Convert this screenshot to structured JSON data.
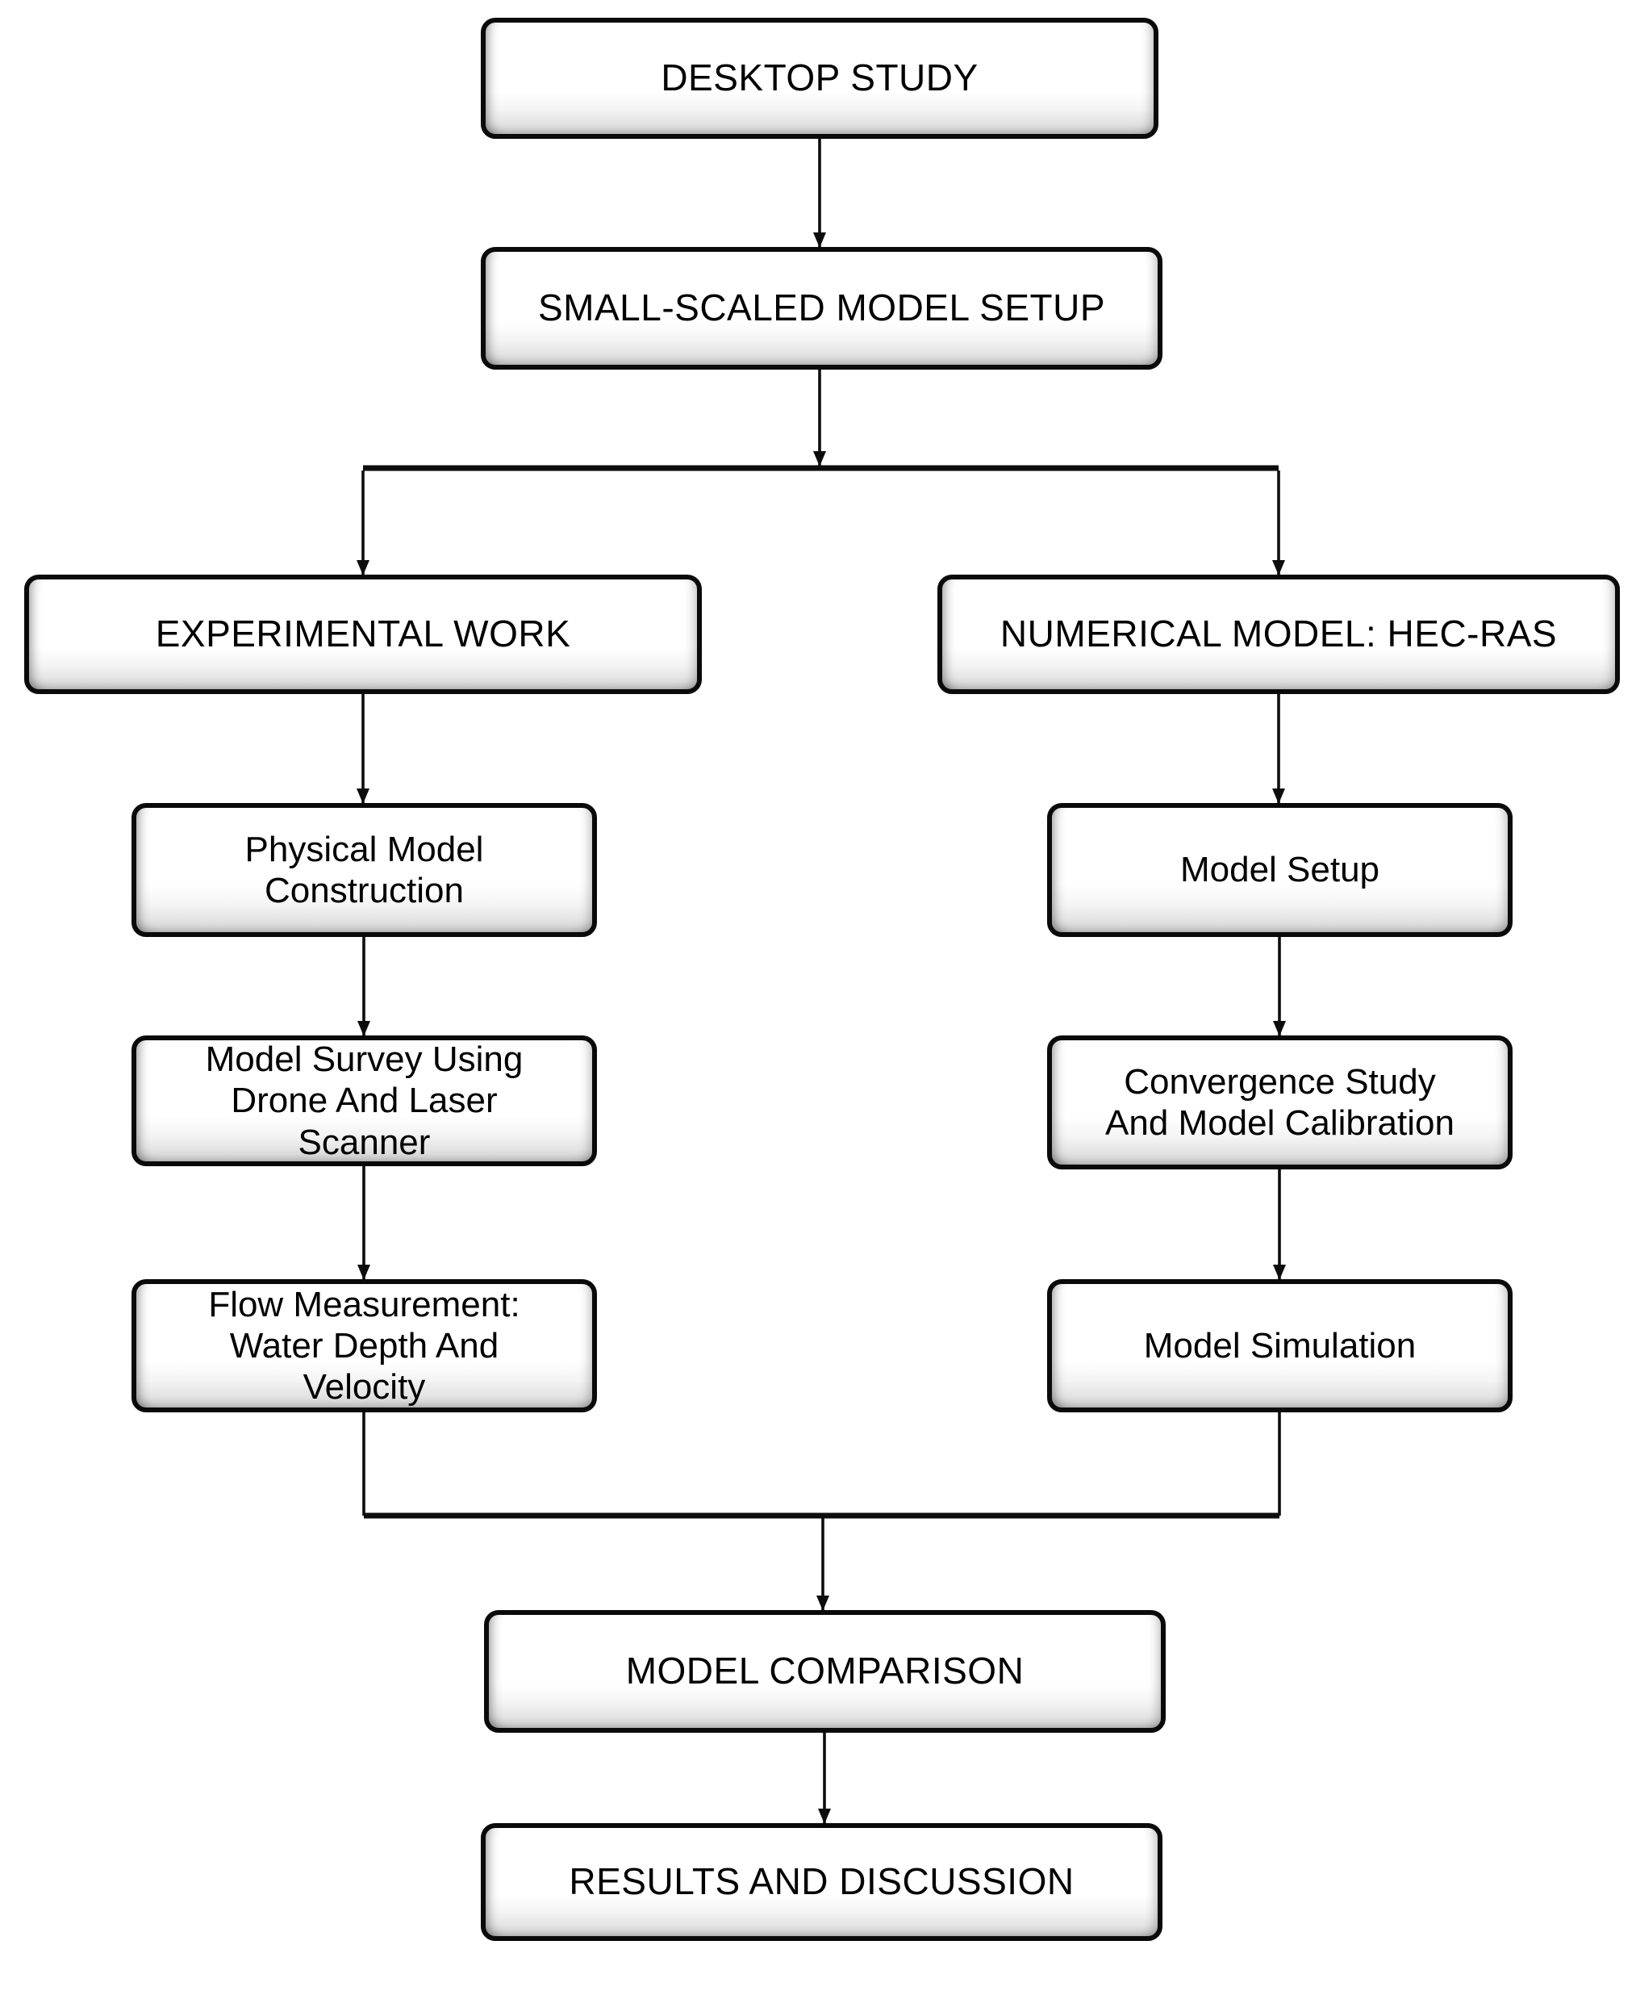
{
  "diagram": {
    "type": "flowchart",
    "background_color": "#ffffff",
    "box_fill_color": "#ffffff",
    "box_border_color": "#0a0a0a",
    "connector_color": "#0d0d0d",
    "text_color": "#000000",
    "nodes": {
      "desktop_study": {
        "label": "DESKTOP STUDY"
      },
      "small_scaled": {
        "label": "SMALL-SCALED MODEL SETUP"
      },
      "experimental_work": {
        "label": "EXPERIMENTAL WORK"
      },
      "numerical_model": {
        "label": "NUMERICAL MODEL: HEC-RAS"
      },
      "physical_model": {
        "label": "Physical Model\nConstruction"
      },
      "model_setup": {
        "label": "Model Setup"
      },
      "model_survey": {
        "label": "Model Survey Using\nDrone And  Laser\nScanner"
      },
      "convergence_study": {
        "label": "Convergence Study\nAnd Model Calibration"
      },
      "flow_measurement": {
        "label": "Flow Measurement:\nWater Depth And\nVelocity"
      },
      "model_simulation": {
        "label": "Model Simulation"
      },
      "model_comparison": {
        "label": "MODEL COMPARISON"
      },
      "results_discussion": {
        "label": "RESULTS AND DISCUSSION"
      }
    },
    "edges": [
      {
        "from": "desktop_study",
        "to": "small_scaled"
      },
      {
        "from": "small_scaled",
        "to": "experimental_work"
      },
      {
        "from": "small_scaled",
        "to": "numerical_model"
      },
      {
        "from": "experimental_work",
        "to": "physical_model"
      },
      {
        "from": "physical_model",
        "to": "model_survey"
      },
      {
        "from": "model_survey",
        "to": "flow_measurement"
      },
      {
        "from": "numerical_model",
        "to": "model_setup"
      },
      {
        "from": "model_setup",
        "to": "convergence_study"
      },
      {
        "from": "convergence_study",
        "to": "model_simulation"
      },
      {
        "from": "flow_measurement",
        "to": "model_comparison"
      },
      {
        "from": "model_simulation",
        "to": "model_comparison"
      },
      {
        "from": "model_comparison",
        "to": "results_discussion"
      }
    ]
  }
}
